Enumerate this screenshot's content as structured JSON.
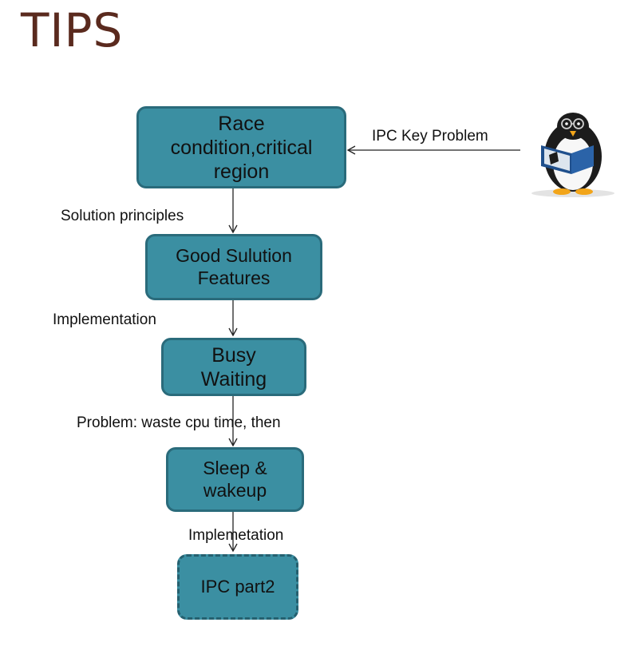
{
  "page": {
    "title": "TIPS"
  },
  "boxes": {
    "race": {
      "line1": "Race",
      "line2": "condition,critical",
      "line3": "region"
    },
    "good": {
      "line1": "Good Sulution",
      "line2": "Features"
    },
    "busy": {
      "line1": "Busy",
      "line2": "Waiting"
    },
    "sleep": {
      "line1": "Sleep &",
      "line2": "wakeup"
    },
    "ipc": {
      "label": "IPC part2"
    }
  },
  "edges": {
    "ipc_key": "IPC Key Problem",
    "solution": "Solution principles",
    "impl1": "Implementation",
    "problem": "Problem: waste cpu time, then",
    "impl2": "Implemetation"
  },
  "illustration": {
    "icon": "penguin-reading-book-icon"
  },
  "colors": {
    "box_fill": "#3b8fa2",
    "box_border": "#2a6b7b",
    "title": "#5a2a1e"
  }
}
